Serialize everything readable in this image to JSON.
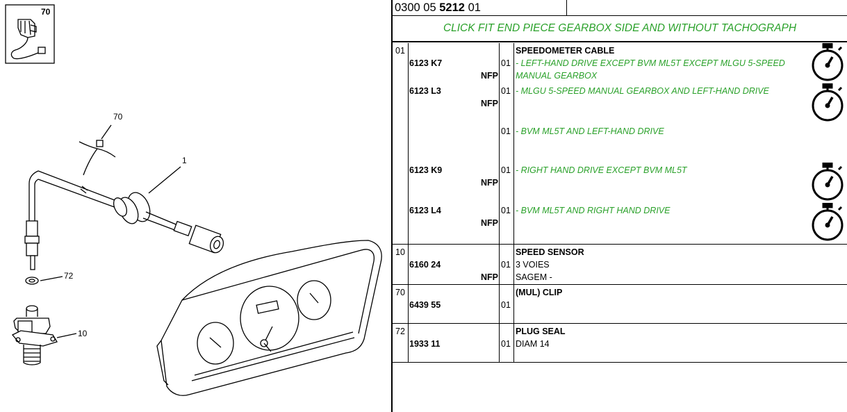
{
  "reference": {
    "prefix": "0300 05",
    "bold": "5212",
    "suffix": "01"
  },
  "title": "CLICK FIT END PIECE GEARBOX SIDE AND WITHOUT TACHOGRAPH",
  "diagram": {
    "thumb_label": "70",
    "callouts": [
      "70",
      "1",
      "72",
      "10"
    ]
  },
  "groups": [
    {
      "index": "01",
      "description": "SPEEDOMETER CABLE",
      "items": [
        {
          "part": "6123 K7",
          "nfp": "NFP",
          "qty": "01",
          "note1": "- LEFT-HAND DRIVE EXCEPT BVM ML5T EXCEPT MLGU 5-SPEED",
          "note2": "MANUAL GEARBOX"
        },
        {
          "part": "6123 L3",
          "nfp": "NFP",
          "qty": "01",
          "note1": "- MLGU 5-SPEED MANUAL GEARBOX AND LEFT-HAND DRIVE"
        },
        {
          "qty": "01",
          "note1": "- BVM ML5T AND LEFT-HAND DRIVE"
        },
        {
          "part": "6123 K9",
          "nfp": "NFP",
          "qty": "01",
          "note1": "- RIGHT HAND DRIVE EXCEPT BVM ML5T"
        },
        {
          "part": "6123 L4",
          "nfp": "NFP",
          "qty": "01",
          "note1": "- BVM ML5T AND RIGHT HAND DRIVE"
        }
      ]
    },
    {
      "index": "10",
      "description": "SPEED SENSOR",
      "part": "6160 24",
      "nfp": "NFP",
      "qty": "01",
      "line1": "3 VOIES",
      "line2": "SAGEM -"
    },
    {
      "index": "70",
      "description": "(MUL) CLIP",
      "part": "6439 55",
      "qty": "01"
    },
    {
      "index": "72",
      "description": "PLUG SEAL",
      "part": "1933 11",
      "qty": "01",
      "line1": "DIAM 14"
    }
  ],
  "icons": {
    "time": "stopwatch-icon"
  },
  "colors": {
    "note": "#2aa12a",
    "line": "#000000"
  }
}
